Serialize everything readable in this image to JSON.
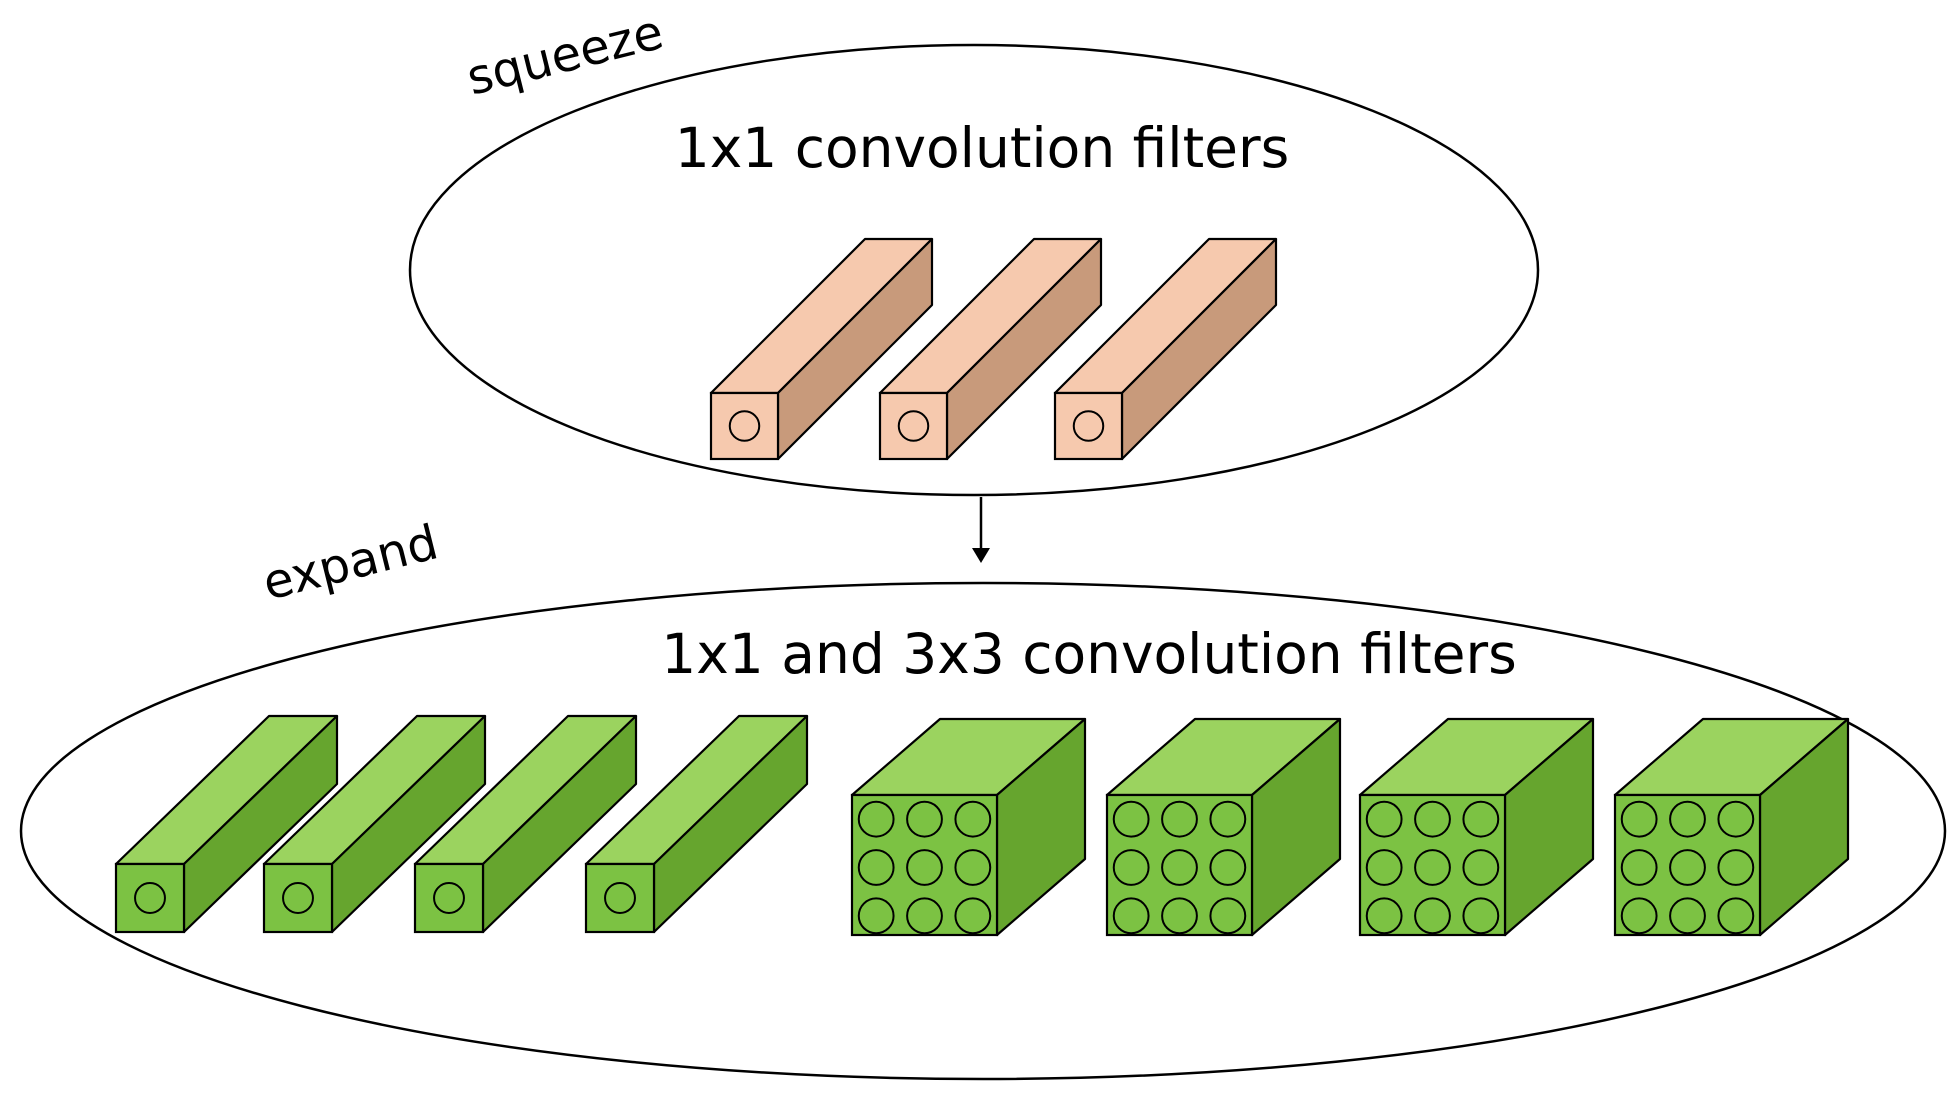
{
  "squeeze": {
    "label": "squeeze",
    "title": "1x1 convolution filters",
    "filters": [
      {
        "kind": "1x1",
        "count_circles": 1
      },
      {
        "kind": "1x1",
        "count_circles": 1
      },
      {
        "kind": "1x1",
        "count_circles": 1
      }
    ]
  },
  "expand": {
    "label": "expand",
    "title": "1x1 and 3x3 convolution filters",
    "filters": [
      {
        "kind": "1x1",
        "count_circles": 1
      },
      {
        "kind": "1x1",
        "count_circles": 1
      },
      {
        "kind": "1x1",
        "count_circles": 1
      },
      {
        "kind": "1x1",
        "count_circles": 1
      },
      {
        "kind": "3x3",
        "count_circles": 9
      },
      {
        "kind": "3x3",
        "count_circles": 9
      },
      {
        "kind": "3x3",
        "count_circles": 9
      },
      {
        "kind": "3x3",
        "count_circles": 9
      }
    ]
  },
  "colors": {
    "squeeze_front": "#f6c9ae",
    "squeeze_top": "#f6c9ae",
    "squeeze_side": "#c89a7b",
    "expand_front": "#7cc243",
    "expand_top": "#9bd35f",
    "expand_side": "#66a52e",
    "stroke": "#000000"
  }
}
